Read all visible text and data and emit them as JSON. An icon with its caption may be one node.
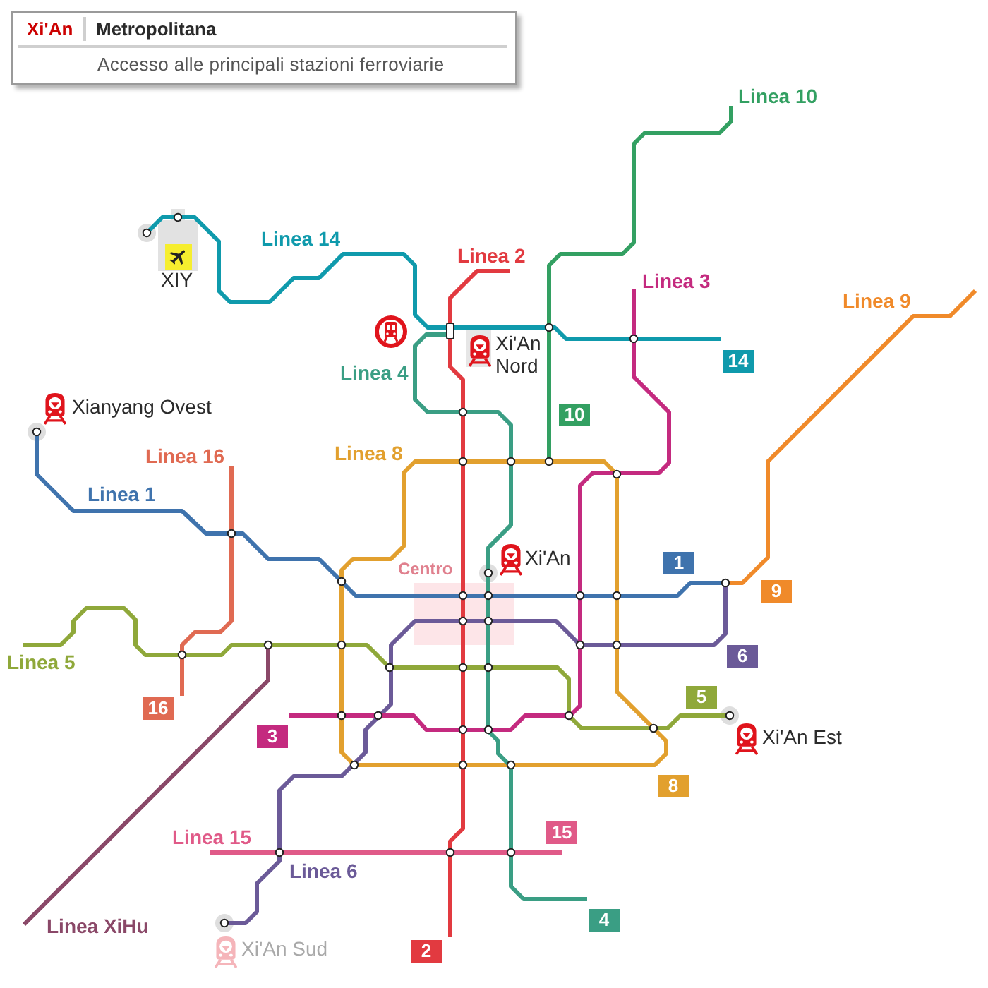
{
  "diagram": {
    "nodes": [
      {
        "text": [
          "Xi'An",
          "Metropolitana",
          "Accesso alle principali stazioni ferroviarie"
        ]
      },
      {
        "text": [
          "14"
        ]
      },
      {
        "text": [
          "10"
        ]
      },
      {
        "text": [
          "1"
        ]
      },
      {
        "text": [
          "Centro"
        ]
      },
      {
        "text": [
          "9"
        ]
      },
      {
        "text": [
          "6"
        ]
      },
      {
        "text": [
          "5"
        ]
      },
      {
        "text": [
          "16"
        ]
      },
      {
        "text": [
          "3"
        ]
      },
      {
        "text": [
          "8"
        ]
      },
      {
        "text": [
          "15"
        ]
      },
      {
        "text": [
          "4"
        ]
      },
      {
        "text": [
          "2"
        ]
      }
    ],
    "labels": [
      "Linea 10",
      "Linea 14",
      "Linea 2",
      "XIY",
      "Linea 3",
      "Linea 9",
      "Xi'An Nord",
      "Linea 4",
      "Xianyang Ovest",
      "Linea 8",
      "Linea 16",
      "Linea 1",
      "Xi'An",
      "Linea 5",
      "Xi'An Est",
      "Linea 15",
      "Linea 6",
      "Linea XiHu",
      "Xi'An Sud"
    ]
  }
}
